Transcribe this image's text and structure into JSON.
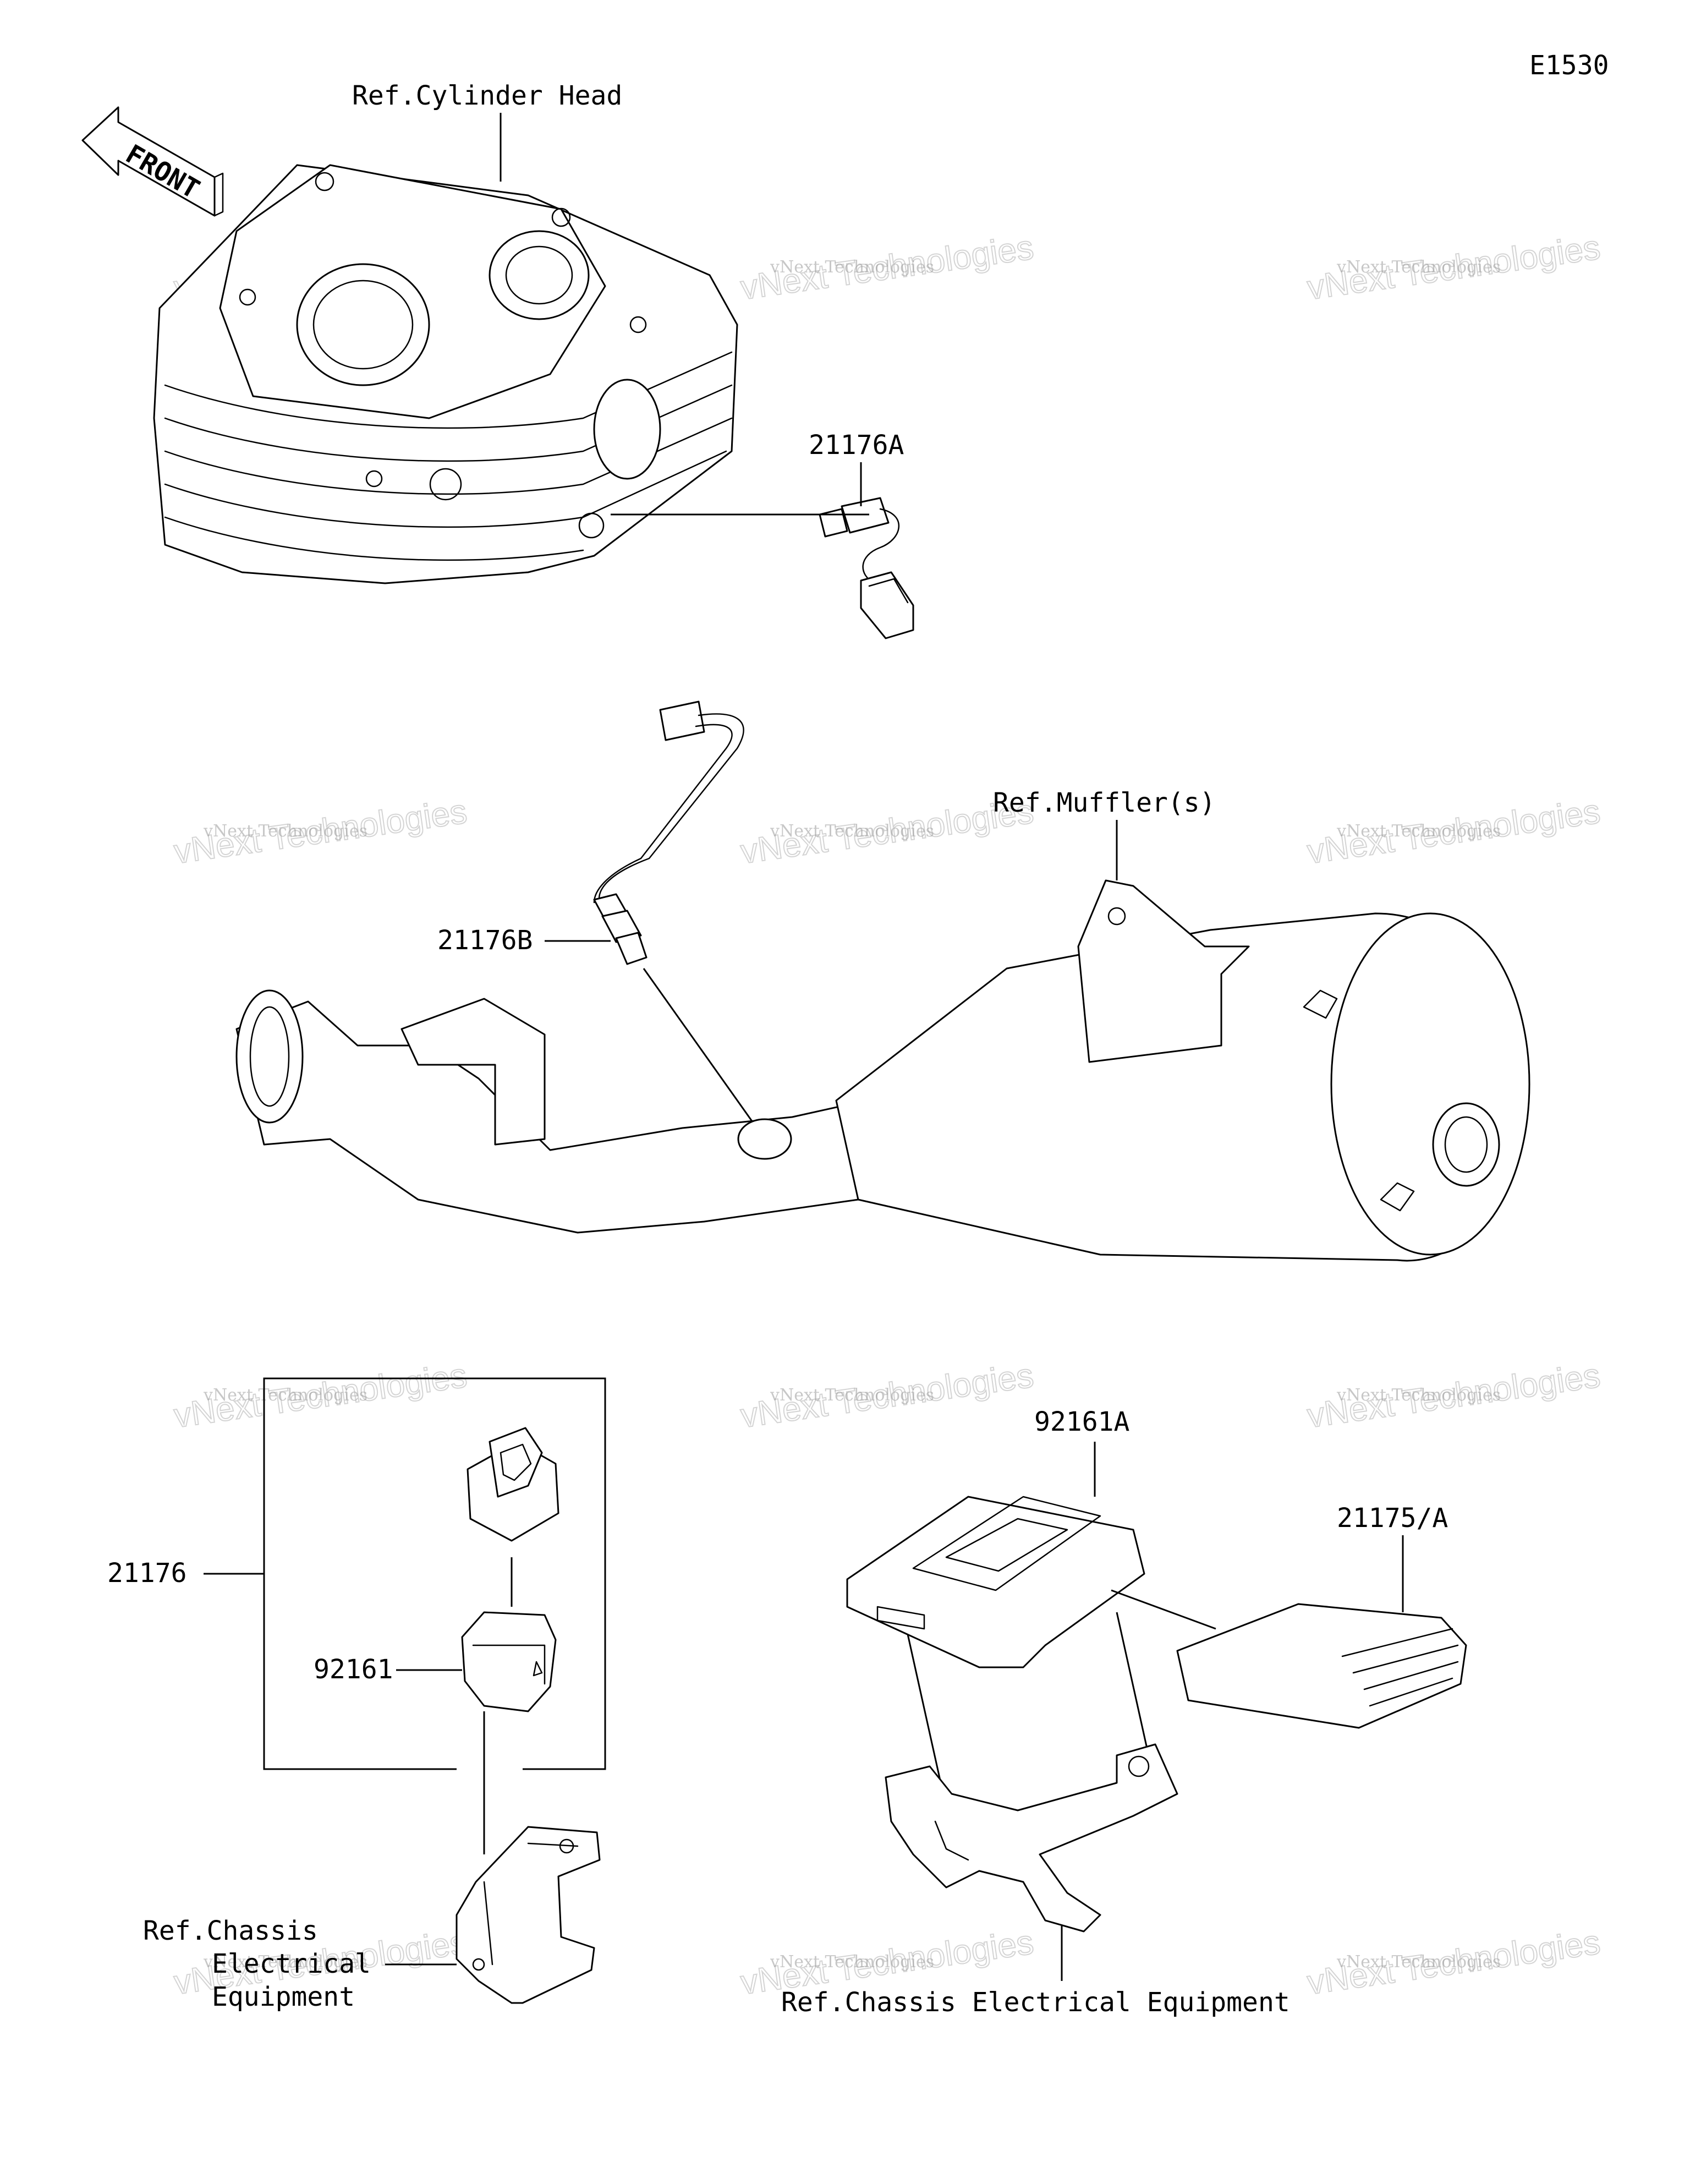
{
  "diagram_id": "E1530",
  "labels": {
    "ref_cylinder_head": "Ref.Cylinder Head",
    "front": "FRONT",
    "part_21176A": "21176A",
    "ref_muffler": "Ref.Muffler(s)",
    "part_21176B": "21176B",
    "part_21176": "21176",
    "part_92161": "92161",
    "ref_chassis_left_1": "Ref.Chassis",
    "ref_chassis_left_2": "Electrical",
    "ref_chassis_left_3": "Equipment",
    "part_92161A": "92161A",
    "part_21175A": "21175/A",
    "ref_chassis_bottom": "Ref.Chassis Electrical Equipment"
  },
  "watermark": {
    "line1": "vNext Technologies",
    "line2": "vNext Technologies"
  }
}
